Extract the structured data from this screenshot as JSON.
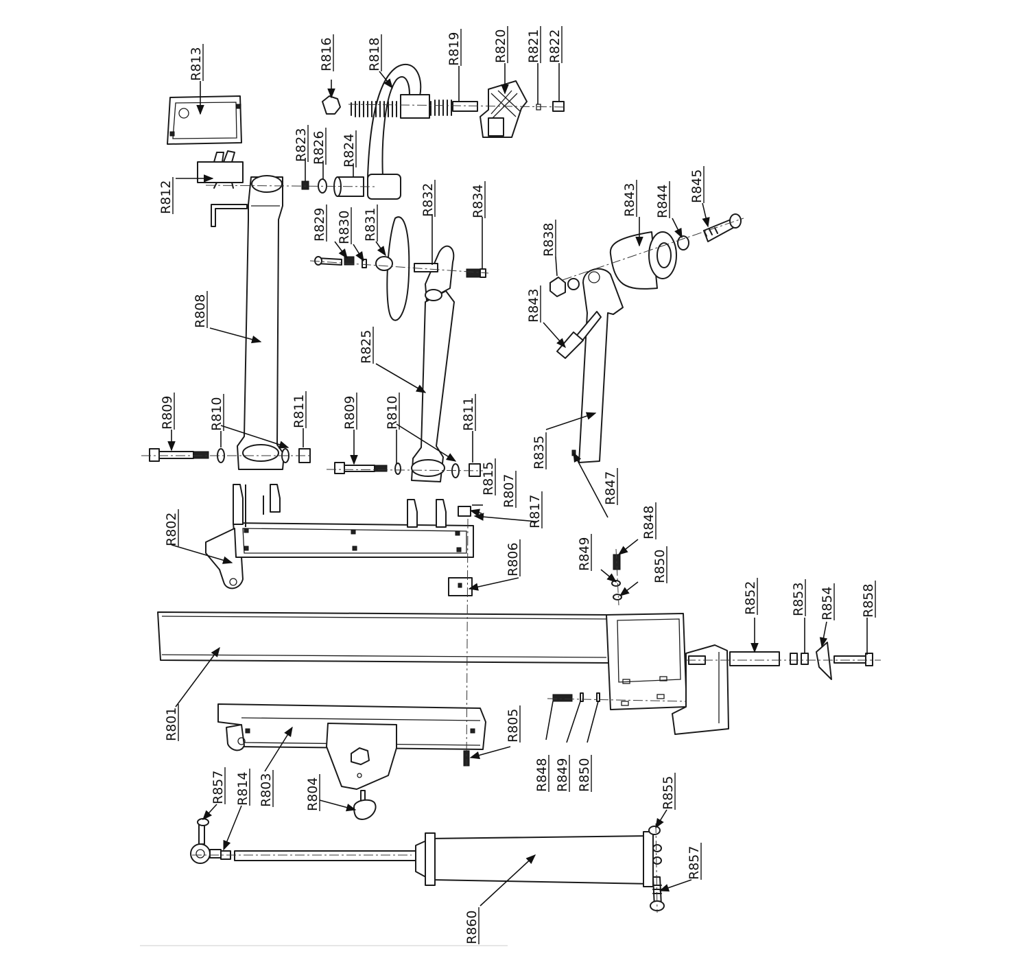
{
  "labels": [
    {
      "id": "r813",
      "text": "R813"
    },
    {
      "id": "r816",
      "text": "R816"
    },
    {
      "id": "r818",
      "text": "R818"
    },
    {
      "id": "r819",
      "text": "R819"
    },
    {
      "id": "r820",
      "text": "R820"
    },
    {
      "id": "r821",
      "text": "R821"
    },
    {
      "id": "r822",
      "text": "R822"
    },
    {
      "id": "r823",
      "text": "R823"
    },
    {
      "id": "r826",
      "text": "R826"
    },
    {
      "id": "r824",
      "text": "R824"
    },
    {
      "id": "r812",
      "text": "R812"
    },
    {
      "id": "r832",
      "text": "R832"
    },
    {
      "id": "r834",
      "text": "R834"
    },
    {
      "id": "r829",
      "text": "R829"
    },
    {
      "id": "r830",
      "text": "R830"
    },
    {
      "id": "r831",
      "text": "R831"
    },
    {
      "id": "r843a",
      "text": "R843"
    },
    {
      "id": "r844",
      "text": "R844"
    },
    {
      "id": "r845",
      "text": "R845"
    },
    {
      "id": "r838",
      "text": "R838"
    },
    {
      "id": "r808",
      "text": "R808"
    },
    {
      "id": "r843b",
      "text": "R843"
    },
    {
      "id": "r825",
      "text": "R825"
    },
    {
      "id": "r809a",
      "text": "R809"
    },
    {
      "id": "r810a",
      "text": "R810"
    },
    {
      "id": "r811a",
      "text": "R811"
    },
    {
      "id": "r809b",
      "text": "R809"
    },
    {
      "id": "r810b",
      "text": "R810"
    },
    {
      "id": "r811b",
      "text": "R811"
    },
    {
      "id": "r835",
      "text": "R835"
    },
    {
      "id": "r815",
      "text": "R815"
    },
    {
      "id": "r807",
      "text": "R807"
    },
    {
      "id": "r847",
      "text": "R847"
    },
    {
      "id": "r802",
      "text": "R802"
    },
    {
      "id": "r817",
      "text": "R817"
    },
    {
      "id": "r848a",
      "text": "R848"
    },
    {
      "id": "r849a",
      "text": "R849"
    },
    {
      "id": "r806",
      "text": "R806"
    },
    {
      "id": "r850a",
      "text": "R850"
    },
    {
      "id": "r852",
      "text": "R852"
    },
    {
      "id": "r853",
      "text": "R853"
    },
    {
      "id": "r854",
      "text": "R854"
    },
    {
      "id": "r858",
      "text": "R858"
    },
    {
      "id": "r801",
      "text": "R801"
    },
    {
      "id": "r805",
      "text": "R805"
    },
    {
      "id": "r848b",
      "text": "R848"
    },
    {
      "id": "r849b",
      "text": "R849"
    },
    {
      "id": "r850b",
      "text": "R850"
    },
    {
      "id": "r857a",
      "text": "R857"
    },
    {
      "id": "r814",
      "text": "R814"
    },
    {
      "id": "r803",
      "text": "R803"
    },
    {
      "id": "r804",
      "text": "R804"
    },
    {
      "id": "r855",
      "text": "R855"
    },
    {
      "id": "r857b",
      "text": "R857"
    },
    {
      "id": "r860",
      "text": "R860"
    }
  ]
}
